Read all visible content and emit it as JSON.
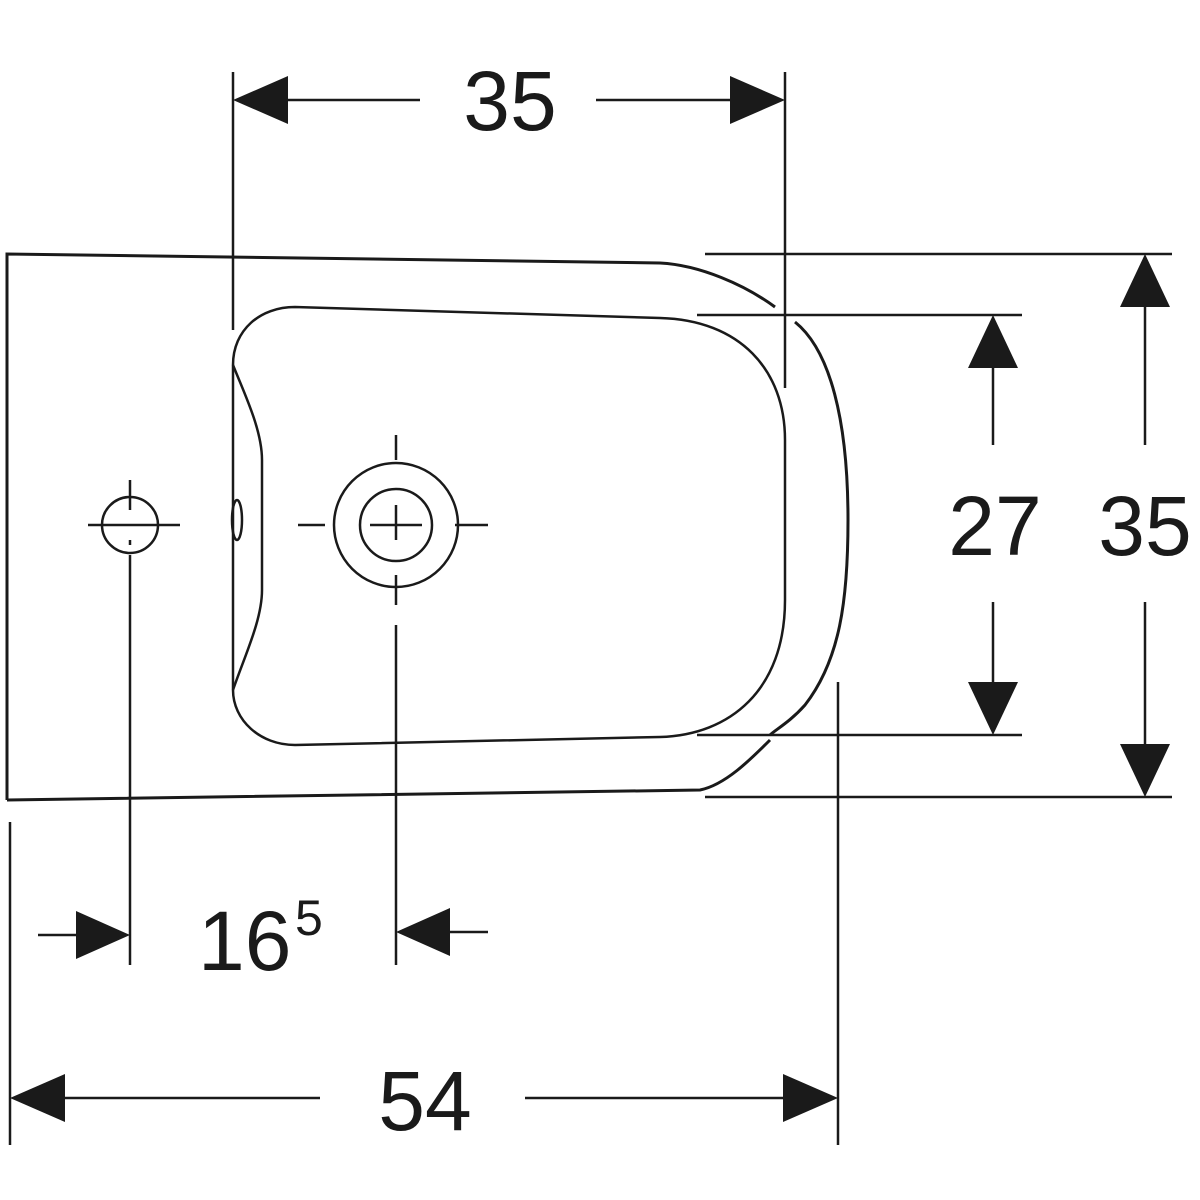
{
  "dimensions": {
    "top_width": "35",
    "inner_depth": "27",
    "outer_depth": "35",
    "hole_offset_main": "16",
    "hole_offset_sup": "5",
    "total_length": "54"
  }
}
